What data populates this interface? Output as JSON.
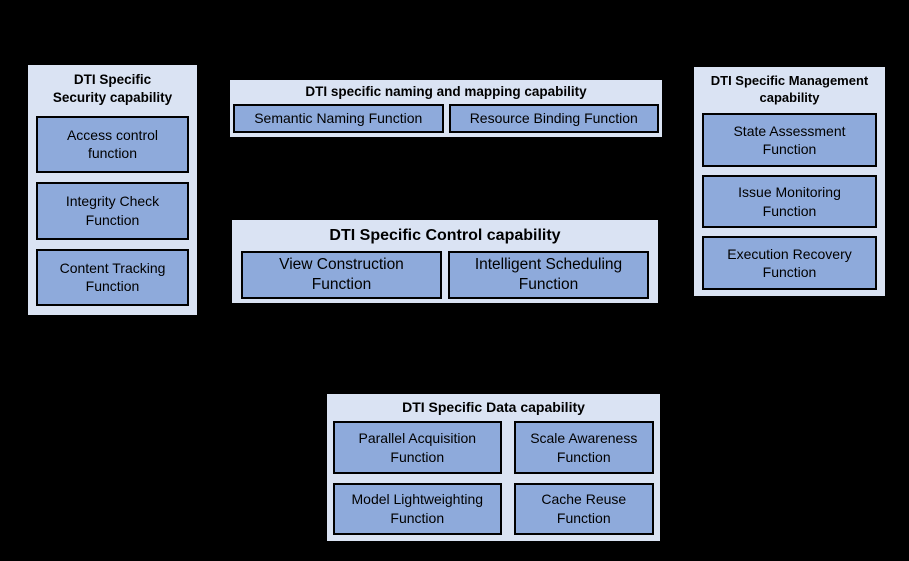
{
  "diagram": {
    "background": "#000000",
    "colors": {
      "capability_fill": "#dae3f3",
      "function_fill": "#8eaadb",
      "border": "#000000",
      "text": "#000000"
    },
    "boxes": [
      {
        "id": "security",
        "title": "DTI Specific\nSecurity capability",
        "functions": [
          "Access control\nfunction",
          "Integrity Check\nFunction",
          "Content Tracking\nFunction"
        ]
      },
      {
        "id": "naming",
        "title": "DTI specific naming and mapping capability",
        "functions": [
          "Semantic Naming Function",
          "Resource Binding Function"
        ]
      },
      {
        "id": "management",
        "title": "DTI Specific Management\ncapability",
        "functions": [
          "State Assessment\nFunction",
          "Issue Monitoring\nFunction",
          "Execution Recovery\nFunction"
        ]
      },
      {
        "id": "control",
        "title": "DTI Specific Control capability",
        "functions": [
          "View Construction\nFunction",
          "Intelligent Scheduling\nFunction"
        ]
      },
      {
        "id": "data",
        "title": "DTI Specific Data capability",
        "functions": [
          "Parallel Acquisition\nFunction",
          "Scale Awareness\nFunction",
          "Model Lightweighting\nFunction",
          "Cache Reuse\nFunction"
        ]
      }
    ]
  }
}
